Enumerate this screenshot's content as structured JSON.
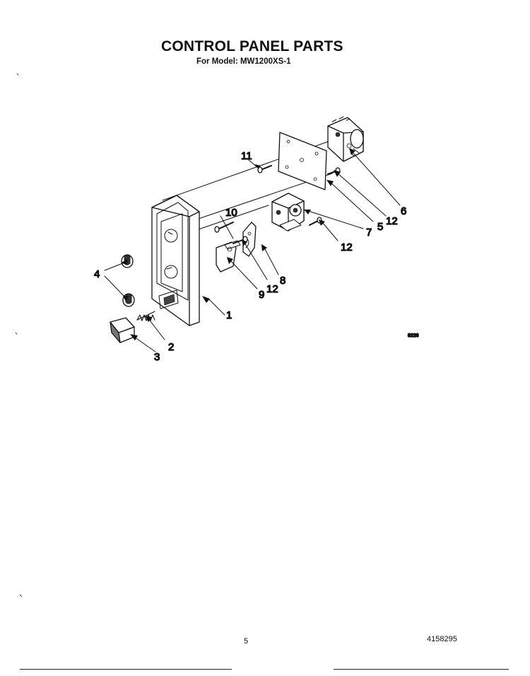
{
  "header": {
    "title": "CONTROL PANEL PARTS",
    "model_line": "For Model: MW1200XS-1"
  },
  "diagram": {
    "figure_code": "8226",
    "callouts": {
      "c1": "1",
      "c2": "2",
      "c3": "3",
      "c4": "4",
      "c5": "5",
      "c6": "6",
      "c7": "7",
      "c8": "8",
      "c9": "9",
      "c10": "10",
      "c11": "11",
      "c12a": "12",
      "c12b": "12",
      "c12c": "12"
    }
  },
  "footer": {
    "page_number": "5",
    "document_number": "4158295"
  }
}
